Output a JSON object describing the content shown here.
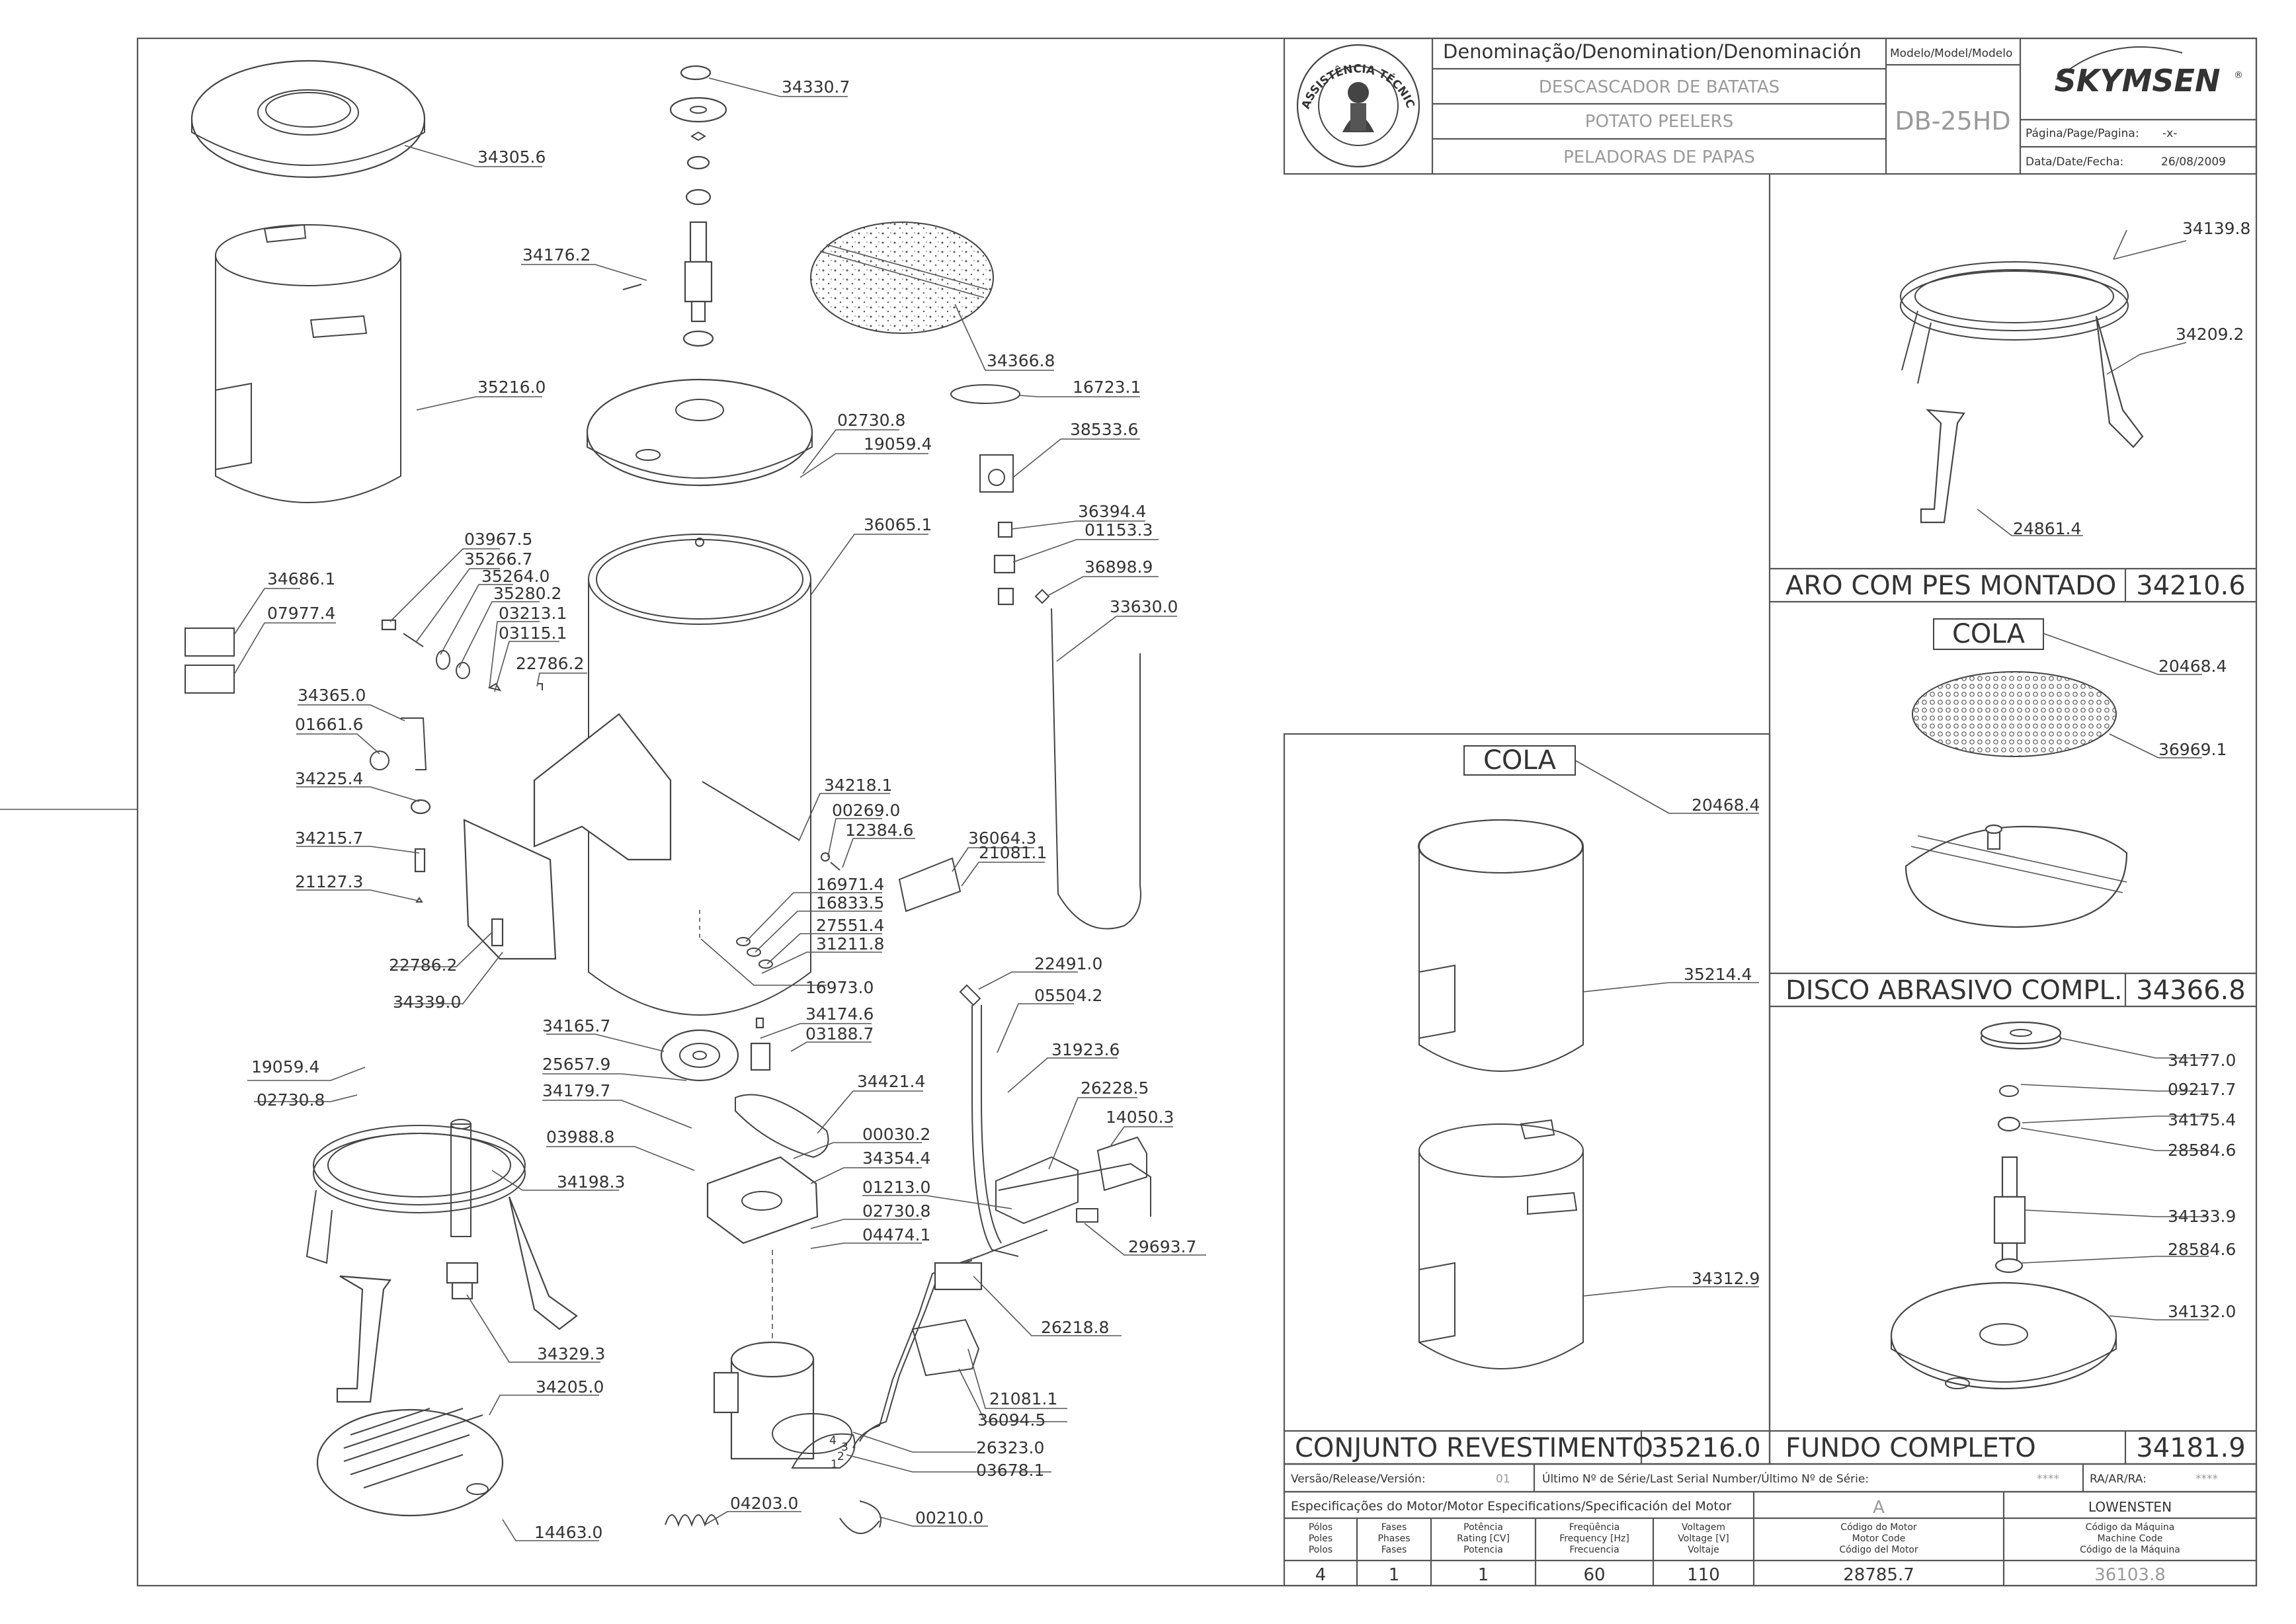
{
  "header": {
    "denomination_title": "Denominação/Denomination/Denominación",
    "name_pt": "DESCASCADOR DE BATATAS",
    "name_en": "POTATO PEELERS",
    "name_es": "PELADORAS DE PAPAS",
    "model_title": "Modelo/Model/Modelo",
    "model_value": "DB-25HD",
    "brand": "SKYMSEN",
    "page_label": "Página/Page/Pagina:",
    "page_value": "-x-",
    "date_label": "Data/Date/Fecha:",
    "date_value": "26/08/2009",
    "seal_text": "ASSISTÊNCIA TÉCNICA AUTORIZADA"
  },
  "main_labels": [
    "34330.7",
    "34305.6",
    "34176.2",
    "34366.8",
    "16723.1",
    "35216.0",
    "02730.8",
    "19059.4",
    "38533.6",
    "36065.1",
    "36394.4",
    "01153.3",
    "36898.9",
    "33630.0",
    "34686.1",
    "07977.4",
    "03967.5",
    "35266.7",
    "35264.0",
    "35280.2",
    "03213.1",
    "03115.1",
    "22786.2",
    "34365.0",
    "01661.6",
    "34225.4",
    "34215.7",
    "21127.3",
    "22786.2",
    "34339.0",
    "34218.1",
    "00269.0",
    "12384.6",
    "16971.4",
    "16833.5",
    "27551.4",
    "31211.8",
    "16973.0",
    "36064.3",
    "21081.1",
    "34165.7",
    "34174.6",
    "03188.7",
    "22491.0",
    "05504.2",
    "31923.6",
    "25657.9",
    "34179.7",
    "34421.4",
    "19059.4",
    "02730.8",
    "03988.8",
    "00030.2",
    "34354.4",
    "01213.0",
    "02730.8",
    "04474.1",
    "26228.5",
    "14050.3",
    "29693.7",
    "34198.3",
    "26218.8",
    "34329.3",
    "21081.1",
    "36094.5",
    "34205.0",
    "26323.0",
    "03678.1",
    "14463.0",
    "04203.0",
    "00210.0"
  ],
  "panels": {
    "aro": {
      "title": "ARO COM PES MONTADO",
      "code": "34210.6",
      "labels": [
        "34139.8",
        "34209.2",
        "24861.4"
      ]
    },
    "disco": {
      "title": "DISCO ABRASIVO COMPL.",
      "code": "34366.8",
      "cola": "COLA",
      "labels": [
        "20468.4",
        "36969.1"
      ]
    },
    "revestimento": {
      "title": "CONJUNTO REVESTIMENTO",
      "code": "35216.0",
      "cola": "COLA",
      "labels": [
        "20468.4",
        "35214.4",
        "34312.9"
      ]
    },
    "fundo": {
      "title": "FUNDO COMPLETO",
      "code": "34181.9",
      "labels": [
        "34177.0",
        "09217.7",
        "34175.4",
        "28584.6",
        "34133.9",
        "28584.6",
        "34132.0"
      ]
    }
  },
  "version_row": {
    "version_label": "Versão/Release/Versión:",
    "version_value": "01",
    "serial_label": "Último Nº de Série/Last Serial Number/Último Nº de Série:",
    "serial_value": "****",
    "ra_label": "RA/AR/RA:",
    "ra_value": "****"
  },
  "motor_spec": {
    "title": "Especificações do Motor/Motor Especifications/Specificación del Motor",
    "manufacturer_code": "A",
    "manufacturer": "LOWENSTEN",
    "columns": [
      [
        "Pólos",
        "Poles",
        "Polos"
      ],
      [
        "Fases",
        "Phases",
        "Fases"
      ],
      [
        "Potência",
        "Rating [CV]",
        "Potencia"
      ],
      [
        "Freqüência",
        "Frequency [Hz]",
        "Frecuencia"
      ],
      [
        "Voltagem",
        "Voltage [V]",
        "Voltaje"
      ],
      [
        "Código do Motor",
        "Motor Code",
        "Código del Motor"
      ],
      [
        "Código da Máquina",
        "Machine Code",
        "Código de la Máquina"
      ]
    ],
    "values": [
      "4",
      "1",
      "1",
      "60",
      "110",
      "28785.7",
      "36103.8"
    ]
  },
  "wire_numbers": [
    "1",
    "2",
    "3",
    "4"
  ]
}
